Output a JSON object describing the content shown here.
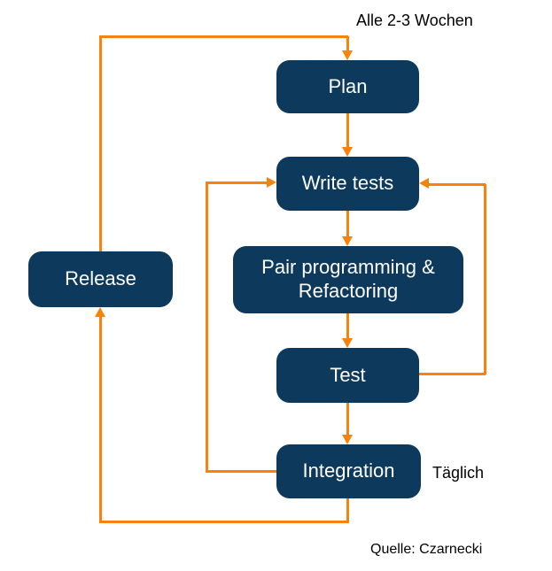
{
  "diagram": {
    "nodes": {
      "plan": "Plan",
      "write_tests": "Write tests",
      "pair_programming": "Pair programming & Refactoring",
      "test": "Test",
      "integration": "Integration",
      "release": "Release"
    },
    "annotations": {
      "cycle_weeks": "Alle 2-3 Wochen",
      "daily": "Täglich",
      "source": "Quelle: Czarnecki"
    },
    "colors": {
      "node_fill": "#0d395c",
      "node_text": "#ffffff",
      "arrow": "#f8820b",
      "label_text": "#000000",
      "background": "#ffffff"
    }
  }
}
